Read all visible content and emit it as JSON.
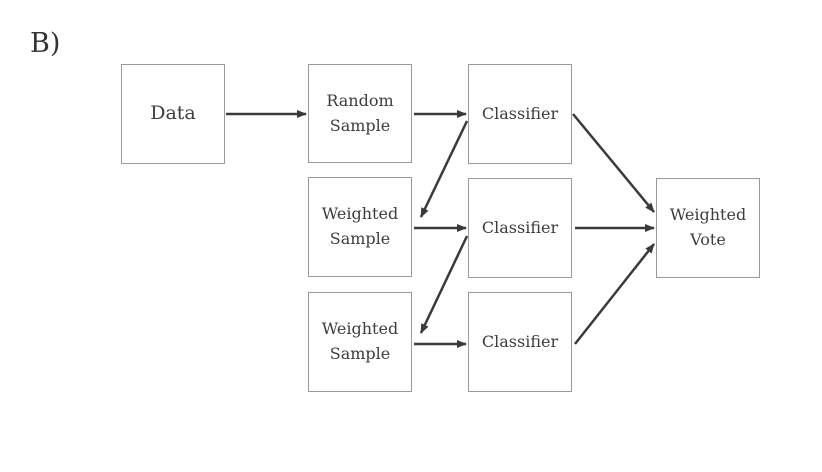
{
  "panel_label": "B)",
  "nodes": {
    "data": "Data",
    "random_sample": "Random\nSample",
    "weighted_sample_1": "Weighted\nSample",
    "weighted_sample_2": "Weighted\nSample",
    "classifier_1": "Classifier",
    "classifier_2": "Classifier",
    "classifier_3": "Classifier",
    "weighted_vote": "Weighted\nVote"
  },
  "colors": {
    "box_border": "#9a9a9a",
    "arrow": "#3a3a3a",
    "text": "#3d3d3d"
  }
}
